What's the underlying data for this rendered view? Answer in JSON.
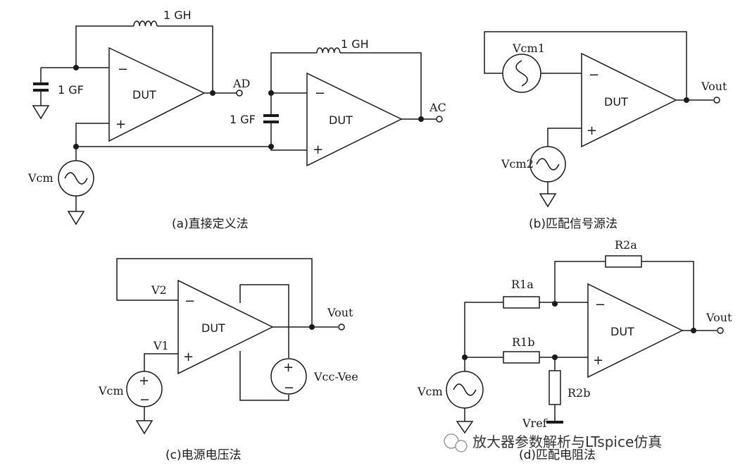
{
  "panel_a": {
    "inductor1": "1 GH",
    "cap1": "1 GF",
    "amp1": "DUT",
    "out1": "AD",
    "inductor2": "1 GH",
    "cap2": "1 GF",
    "amp2": "DUT",
    "out2": "AC",
    "source": "Vcm",
    "minus": "−",
    "plus": "+",
    "caption": "(a)直接定义法"
  },
  "panel_b": {
    "source1": "Vcm1",
    "source2": "Vcm2",
    "amp": "DUT",
    "out": "Vout",
    "minus": "−",
    "plus": "+",
    "caption": "(b)匹配信号源法"
  },
  "panel_c": {
    "v2": "V2",
    "v1": "V1",
    "amp": "DUT",
    "out": "Vout",
    "source": "Vcm",
    "supply": "Vcc-Vee",
    "minus": "−",
    "plus": "+",
    "caption": "(c)电源电压法"
  },
  "panel_d": {
    "r2a": "R2a",
    "r1a": "R1a",
    "r1b": "R1b",
    "r2b": "R2b",
    "amp": "DUT",
    "out": "Vout",
    "source": "Vcm",
    "vref": "Vref",
    "minus": "−",
    "plus": "+",
    "caption": "(d)匹配电阻法"
  },
  "watermark": "放大器参数解析与LTspice仿真",
  "colors": {
    "ink": "#1a1a1a",
    "background": "#ffffff"
  }
}
